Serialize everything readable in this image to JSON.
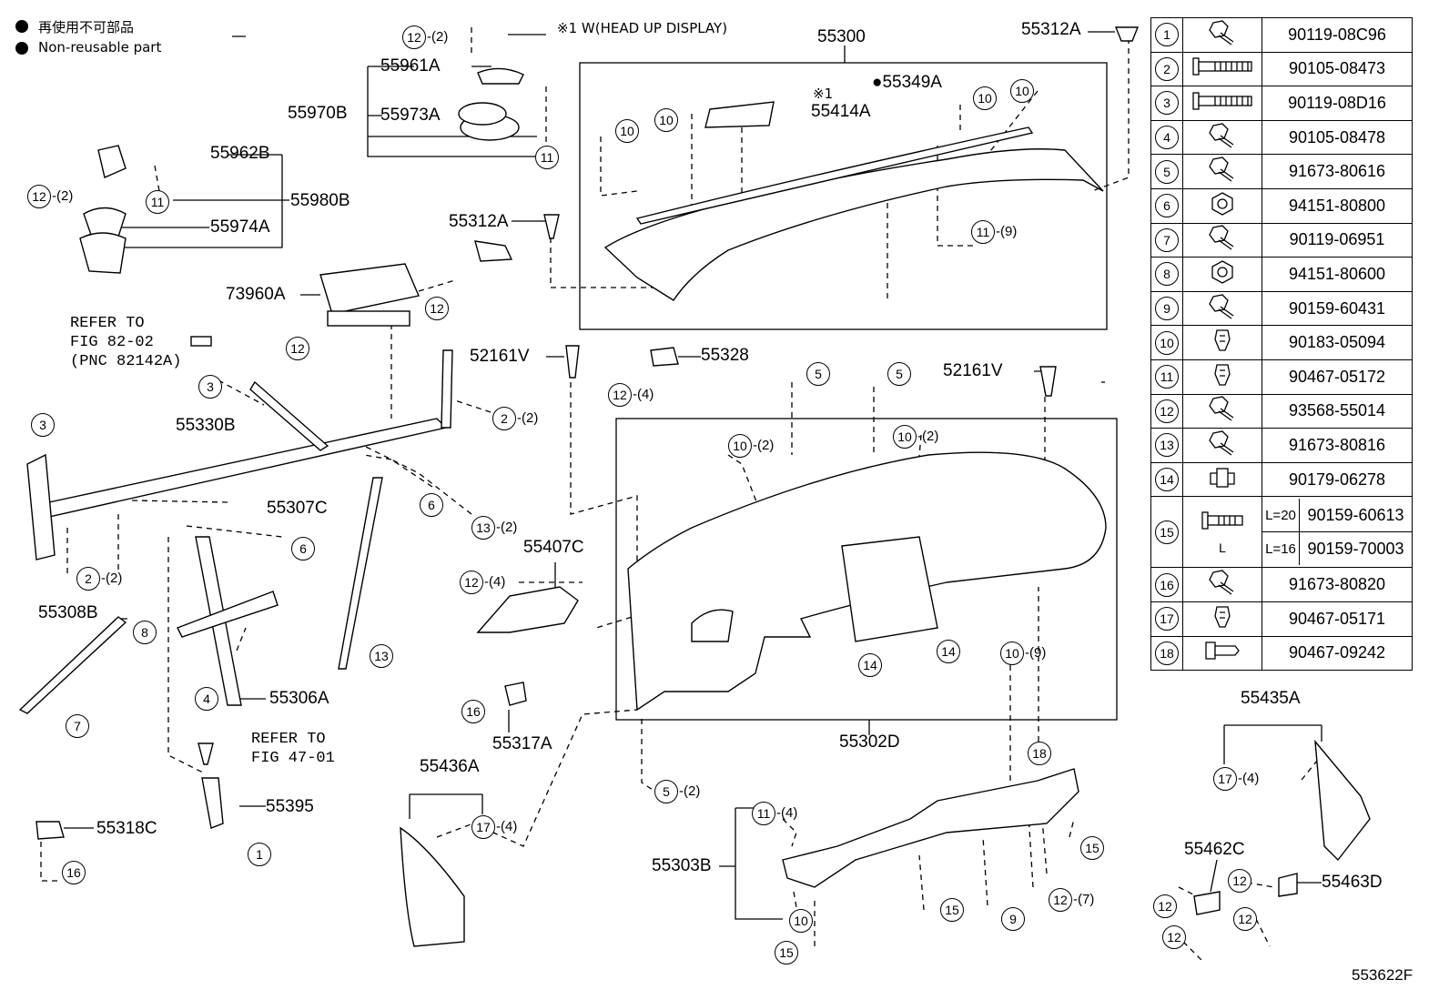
{
  "legend": {
    "jp": "再使用不可部品",
    "en": "Non-reusable part"
  },
  "note_head_up": "※1  W(HEAD UP DISPLAY)",
  "figure_code": "553622F",
  "part_labels": {
    "p55300": "55300",
    "p55312A_top": "55312A",
    "p55961A": "55961A",
    "p55970B": "55970B",
    "p55973A": "55973A",
    "p55962B": "55962B",
    "p55980B": "55980B",
    "p55974A": "55974A",
    "p55349A": "●55349A",
    "p55414A": "55414A",
    "p55414A_note": "※1",
    "p55312A_mid": "55312A",
    "p73960A": "73960A",
    "p55328": "55328",
    "p52161V_left": "52161V",
    "p52161V_right": "52161V",
    "p55330B": "55330B",
    "p55307C": "55307C",
    "p55407C": "55407C",
    "p55308B": "55308B",
    "p55306A": "55306A",
    "p55317A": "55317A",
    "p55302D": "55302D",
    "p55395": "55395",
    "p55318C": "55318C",
    "p55436A": "55436A",
    "p55303B": "55303B",
    "p55435A": "55435A",
    "p55462C": "55462C",
    "p55463D": "55463D"
  },
  "refer_fig82": "REFER TO\nFIG 82-02\n(PNC 82142A)",
  "refer_fig47": "REFER TO\nFIG 47-01",
  "callouts": [
    {
      "n": "12",
      "q": "-(2)"
    },
    {
      "n": "11",
      "q": ""
    },
    {
      "n": "12",
      "q": "-(2)"
    },
    {
      "n": "11",
      "q": ""
    },
    {
      "n": "10",
      "q": ""
    },
    {
      "n": "10",
      "q": ""
    },
    {
      "n": "10",
      "q": ""
    },
    {
      "n": "10",
      "q": ""
    },
    {
      "n": "11",
      "q": "-(9)"
    },
    {
      "n": "12",
      "q": ""
    },
    {
      "n": "12",
      "q": ""
    },
    {
      "n": "12",
      "q": "-(4)"
    },
    {
      "n": "3",
      "q": ""
    },
    {
      "n": "3",
      "q": ""
    },
    {
      "n": "2",
      "q": "-(2)"
    },
    {
      "n": "5",
      "q": ""
    },
    {
      "n": "5",
      "q": ""
    },
    {
      "n": "10",
      "q": "-(2)"
    },
    {
      "n": "10",
      "q": "-(2)"
    },
    {
      "n": "6",
      "q": ""
    },
    {
      "n": "6",
      "q": ""
    },
    {
      "n": "13",
      "q": "-(2)"
    },
    {
      "n": "2",
      "q": "-(2)"
    },
    {
      "n": "12",
      "q": "-(4)"
    },
    {
      "n": "8",
      "q": ""
    },
    {
      "n": "7",
      "q": ""
    },
    {
      "n": "13",
      "q": ""
    },
    {
      "n": "4",
      "q": ""
    },
    {
      "n": "14",
      "q": ""
    },
    {
      "n": "14",
      "q": ""
    },
    {
      "n": "10",
      "q": "-(9)"
    },
    {
      "n": "16",
      "q": ""
    },
    {
      "n": "18",
      "q": ""
    },
    {
      "n": "5",
      "q": "-(2)"
    },
    {
      "n": "1",
      "q": ""
    },
    {
      "n": "16",
      "q": ""
    },
    {
      "n": "17",
      "q": "-(4)"
    },
    {
      "n": "11",
      "q": "-(4)"
    },
    {
      "n": "10",
      "q": ""
    },
    {
      "n": "15",
      "q": ""
    },
    {
      "n": "15",
      "q": ""
    },
    {
      "n": "9",
      "q": ""
    },
    {
      "n": "12",
      "q": "-(7)"
    },
    {
      "n": "15",
      "q": ""
    },
    {
      "n": "17",
      "q": "-(4)"
    },
    {
      "n": "12",
      "q": ""
    },
    {
      "n": "12",
      "q": ""
    },
    {
      "n": "12",
      "q": ""
    },
    {
      "n": "12",
      "q": ""
    }
  ],
  "parts_table": [
    {
      "n": "1",
      "pn": "90119-08C96",
      "icon": "bolt-flange-icon"
    },
    {
      "n": "2",
      "pn": "90105-08473",
      "icon": "long-bolt-icon"
    },
    {
      "n": "3",
      "pn": "90119-08D16",
      "icon": "long-bolt-icon"
    },
    {
      "n": "4",
      "pn": "90105-08478",
      "icon": "bolt-icon"
    },
    {
      "n": "5",
      "pn": "91673-80616",
      "icon": "bolt-icon"
    },
    {
      "n": "6",
      "pn": "94151-80800",
      "icon": "nut-icon"
    },
    {
      "n": "7",
      "pn": "90119-06951",
      "icon": "bolt-icon"
    },
    {
      "n": "8",
      "pn": "94151-80600",
      "icon": "nut-icon"
    },
    {
      "n": "9",
      "pn": "90159-60431",
      "icon": "bolt-icon"
    },
    {
      "n": "10",
      "pn": "90183-05094",
      "icon": "clip-icon"
    },
    {
      "n": "11",
      "pn": "90467-05172",
      "icon": "clip-icon"
    },
    {
      "n": "12",
      "pn": "93568-55014",
      "icon": "bolt-icon"
    },
    {
      "n": "13",
      "pn": "91673-80816",
      "icon": "bolt-icon"
    },
    {
      "n": "14",
      "pn": "90179-06278",
      "icon": "clip-nut-icon"
    },
    {
      "n": "15",
      "pn": "",
      "icon": "bolt-length-icon",
      "sub": [
        {
          "l": "L=20",
          "pn": "90159-60613"
        },
        {
          "l": "L=16",
          "pn": "90159-70003"
        }
      ],
      "dim": "L"
    },
    {
      "n": "16",
      "pn": "91673-80820",
      "icon": "bolt-icon"
    },
    {
      "n": "17",
      "pn": "90467-05171",
      "icon": "clip-icon"
    },
    {
      "n": "18",
      "pn": "90467-09242",
      "icon": "pin-icon"
    }
  ]
}
